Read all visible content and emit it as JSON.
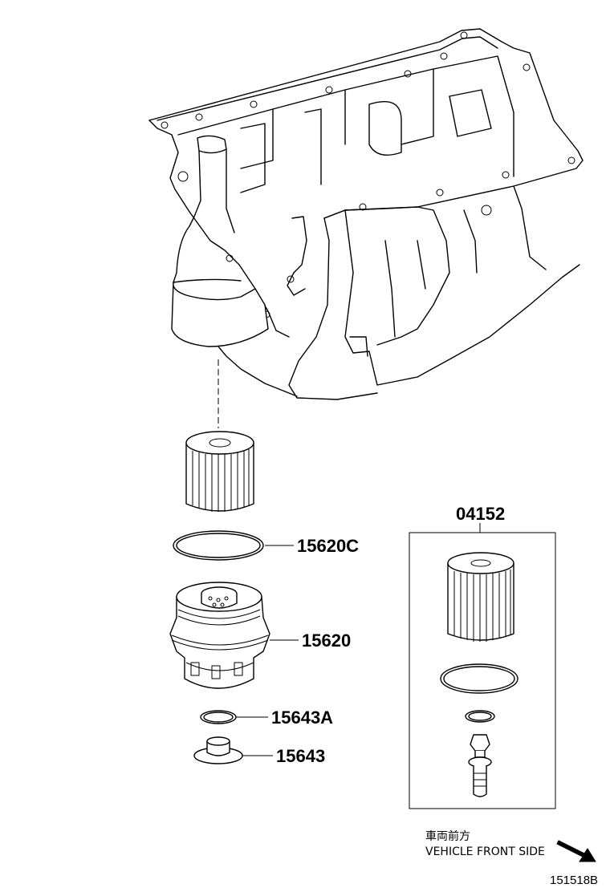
{
  "callouts": {
    "kit": "04152",
    "gasket": "15620C",
    "cap": "15620",
    "drain_gasket": "15643A",
    "drain_plug": "15643"
  },
  "direction_note": {
    "japanese": "車両前方",
    "english": "VEHICLE FRONT SIDE"
  },
  "drawing_number": "151518B"
}
